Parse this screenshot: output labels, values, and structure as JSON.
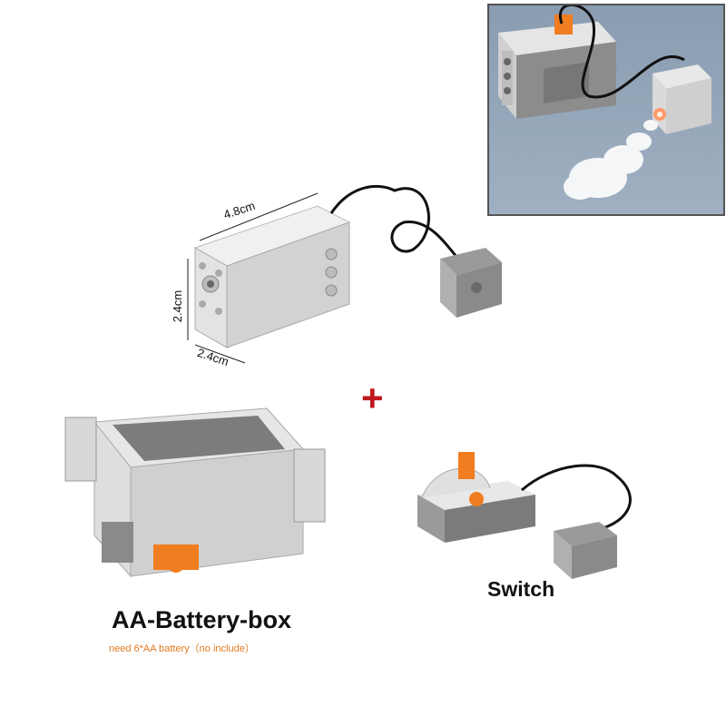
{
  "dimensions": {
    "length": "4.8cm",
    "height": "2.4cm",
    "width": "2.4cm"
  },
  "plus_sign": "+",
  "battery_box": {
    "label": "AA-Battery-box",
    "note": "need 6*AA battery（no include）"
  },
  "switch": {
    "label": "Switch"
  },
  "colors": {
    "light_gray": "#d6d6d6",
    "dark_gray": "#7a7a7a",
    "orange": "#f07d1f",
    "red_plus": "#c0181c",
    "note_orange": "#e07a1e"
  }
}
